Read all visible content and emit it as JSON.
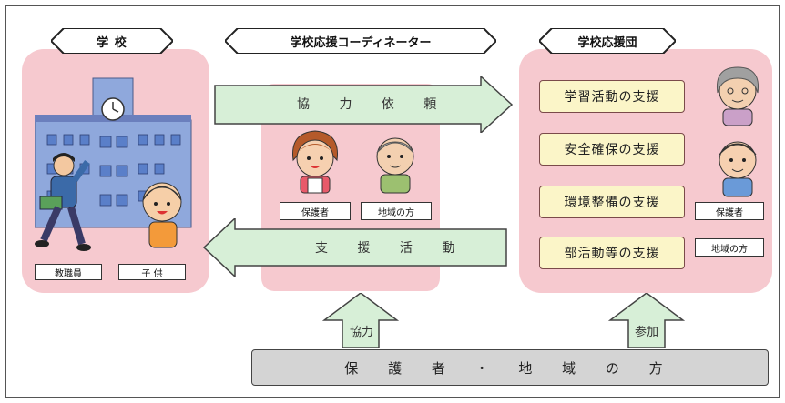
{
  "school": {
    "title": "学 校",
    "labels": [
      "教職員",
      "子 供"
    ]
  },
  "coordinator": {
    "title": "学校応援コーディネーター",
    "labels": [
      "保護者",
      "地域の方"
    ]
  },
  "support_team": {
    "title": "学校応援団",
    "items": [
      "学習活動の支援",
      "安全確保の支援",
      "環境整備の支援",
      "部活動等の支援"
    ],
    "labels": [
      "保護者",
      "地域の方"
    ]
  },
  "arrows": {
    "request": "協 力 依 頼",
    "support_activity": "支 援 活 動",
    "cooperate": "協力",
    "participate": "参加"
  },
  "footer": {
    "label": "保 護 者 ・ 地 域 の 方"
  },
  "colors": {
    "panel_pink": "#f6c9cf",
    "arrow_green": "#d7efd7",
    "support_yellow": "#fbf5c8",
    "bar_gray": "#d4d4d4"
  },
  "icons": [
    "school-building-icon",
    "clock-icon",
    "teacher-figure-icon",
    "child-figure-icon",
    "parent-figure-icon",
    "elder-figure-icon"
  ]
}
